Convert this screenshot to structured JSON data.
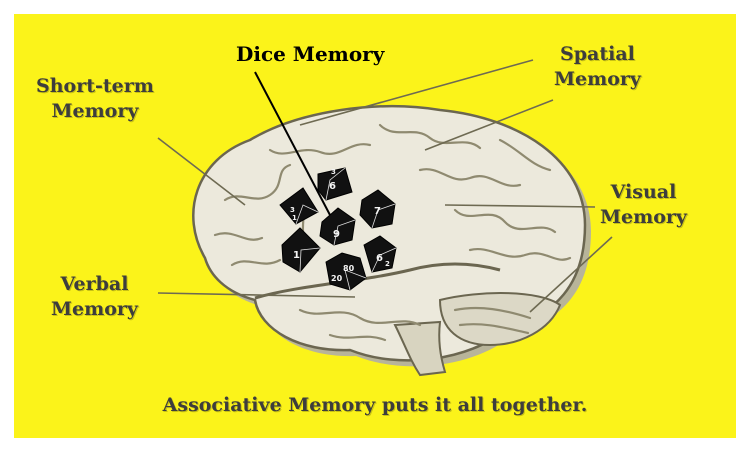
{
  "labels": {
    "dice": "Dice Memory",
    "short_term": [
      "Short-term",
      "Memory"
    ],
    "spatial": [
      "Spatial",
      "Memory"
    ],
    "visual": [
      "Visual",
      "Memory"
    ],
    "verbal": [
      "Verbal",
      "Memory"
    ]
  },
  "caption": "Associative Memory puts it all together.",
  "dice_faces": [
    "6",
    "3",
    "7",
    "9",
    "1",
    "20",
    "80",
    "6",
    "3",
    "1",
    "2"
  ],
  "colors": {
    "background": "#fbf31a",
    "brain": "#ece9dc",
    "brain_outline": "#6b6650",
    "dice": "#111111",
    "text": "#3d3d3d"
  }
}
